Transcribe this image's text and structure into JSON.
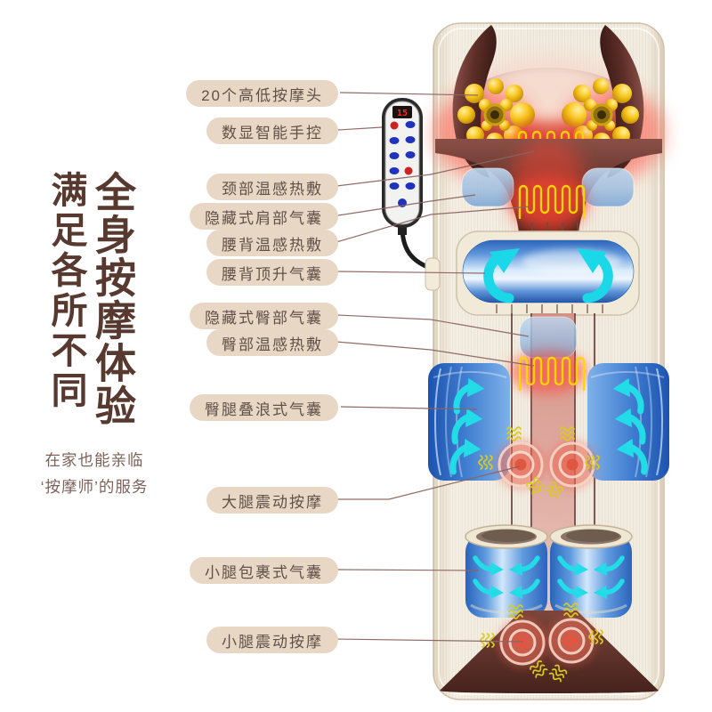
{
  "headline": {
    "primary_vertical": "全身按摩体验",
    "secondary_vertical": "满足各所不同",
    "subtitle_line1": "在家也能亲临",
    "subtitle_line2": "‘按摩师’的服务"
  },
  "callouts": [
    {
      "label": "20个高低按摩头"
    },
    {
      "label": "数显智能手控"
    },
    {
      "label": "颈部温感热敷"
    },
    {
      "label": "隐藏式肩部气囊"
    },
    {
      "label": "腰背温感热敷"
    },
    {
      "label": "腰背顶升气囊"
    },
    {
      "label": "隐藏式臀部气囊"
    },
    {
      "label": "臀部温感热敷"
    },
    {
      "label": "臀腿叠浪式气囊"
    },
    {
      "label": "大腿震动按摩"
    },
    {
      "label": "小腿包裹式气囊"
    },
    {
      "label": "小腿震动按摩"
    }
  ],
  "remote": {
    "display": "15"
  },
  "colors": {
    "pill_bg": "#e9d7c6",
    "pill_text": "#5f5148",
    "title_text": "#57392f",
    "subtitle_text": "#7d625a",
    "callout_line": "#8a6460",
    "arrow_cyan": "#1bd8e8",
    "coil_yellow": "#ffd400",
    "glow_red": "#ff4530",
    "airbag_blue": "#3d7ed0",
    "light_airbag_blue": "#aac9e8",
    "massage_head_gold": "#f6c51a",
    "mat_cream": "#f2ecdf",
    "maroon": "#5e332c",
    "squiggle_yellow": "#d9cb1d",
    "vibration_red": "#e2604c"
  }
}
